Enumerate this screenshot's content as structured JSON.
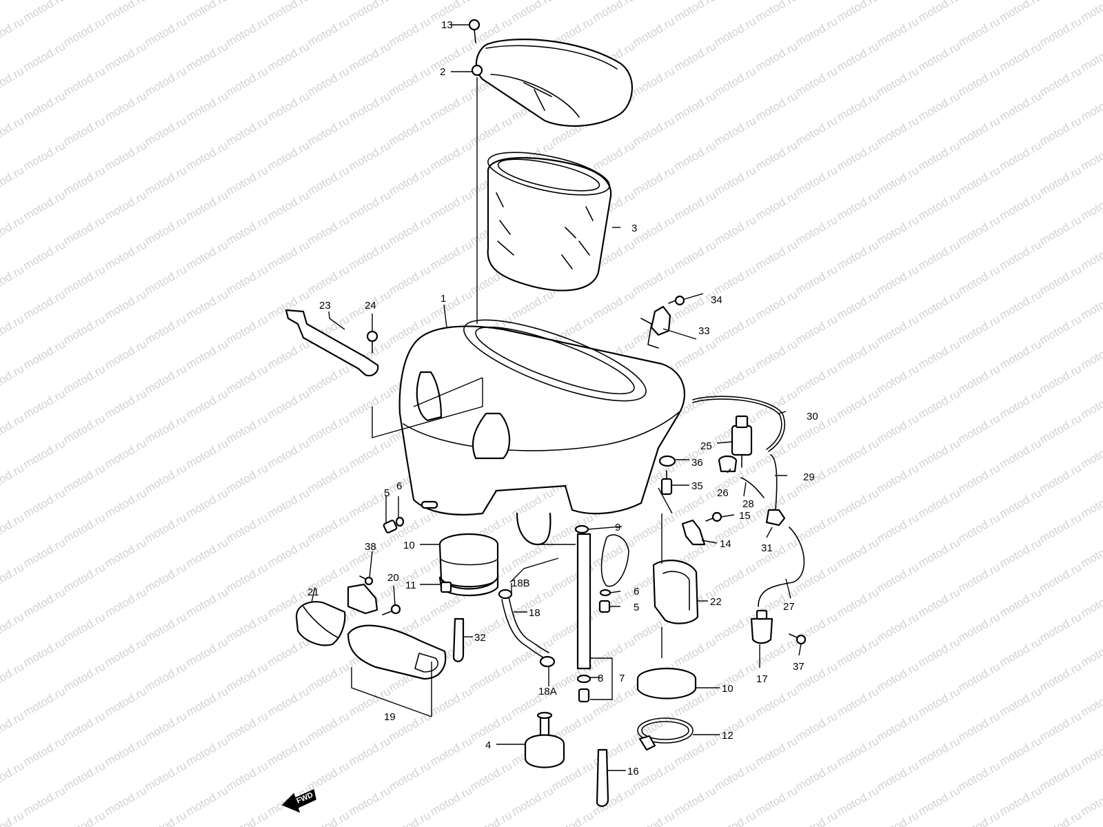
{
  "watermark": "motod.ru",
  "forward_mark": "FWD",
  "callouts": {
    "c1": "1",
    "c2": "2",
    "c3": "3",
    "c4": "4",
    "c5a": "5",
    "c5b": "5",
    "c6a": "6",
    "c6b": "6",
    "c7": "7",
    "c8": "8",
    "c9": "9",
    "c10a": "10",
    "c10b": "10",
    "c11": "11",
    "c12": "12",
    "c13": "13",
    "c14": "14",
    "c15": "15",
    "c16": "16",
    "c17": "17",
    "c18": "18",
    "c18a": "18A",
    "c18b": "18B",
    "c19": "19",
    "c20": "20",
    "c21": "21",
    "c22": "22",
    "c23": "23",
    "c24": "24",
    "c25": "25",
    "c26": "26",
    "c27": "27",
    "c28": "28",
    "c29": "29",
    "c30": "30",
    "c31": "31",
    "c32": "32",
    "c33": "33",
    "c34": "34",
    "c35": "35",
    "c36": "36",
    "c37": "37",
    "c38": "38"
  }
}
